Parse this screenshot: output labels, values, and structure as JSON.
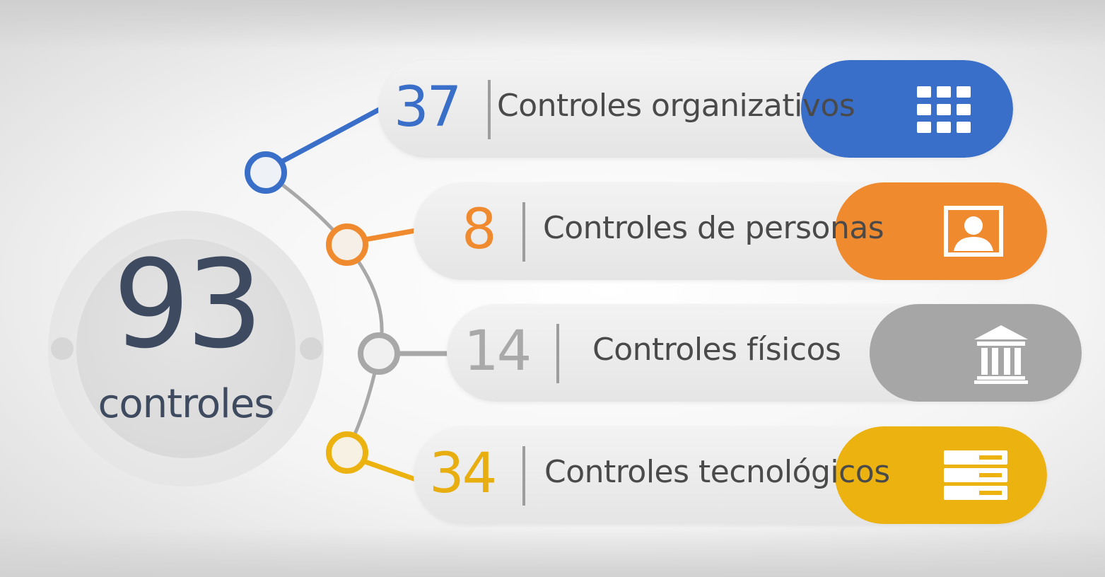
{
  "total": {
    "number": "93",
    "label": "controles"
  },
  "categories": [
    {
      "number": "37",
      "label": "Controles organizativos",
      "icon": "grid-icon",
      "color": "#3a6fc9"
    },
    {
      "number": "8",
      "label": "Controles de personas",
      "icon": "person-portrait-icon",
      "color": "#f08a2e"
    },
    {
      "number": "14",
      "label": "Controles físicos",
      "icon": "building-columns-icon",
      "color": "#a6a6a6"
    },
    {
      "number": "34",
      "label": "Controles tecnológicos",
      "icon": "server-stack-icon",
      "color": "#ecb310"
    }
  ],
  "number_colors": [
    "#3a6fc9",
    "#f08a2e",
    "#a9a9a9",
    "#e8ad0e"
  ],
  "arc_color": "#a8a8a8"
}
